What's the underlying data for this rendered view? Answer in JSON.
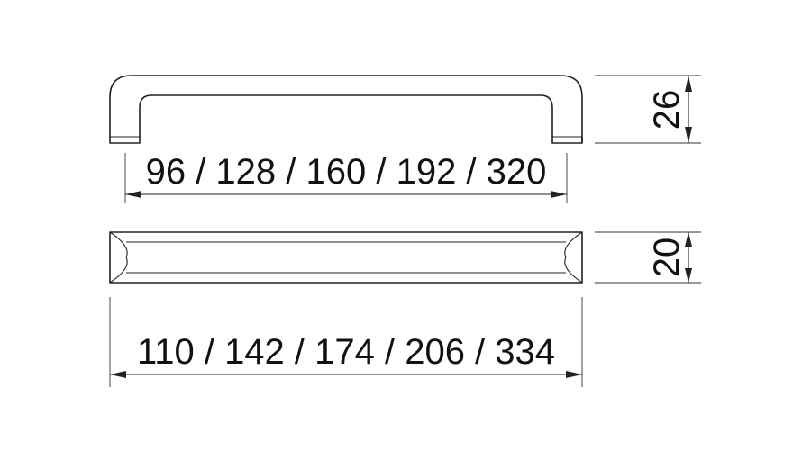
{
  "dimensions": {
    "top_spacing": "96 / 128 / 160 / 192 / 320",
    "overall_length": "110 / 142 / 174 / 206 / 334",
    "height": "26",
    "width": "20"
  }
}
